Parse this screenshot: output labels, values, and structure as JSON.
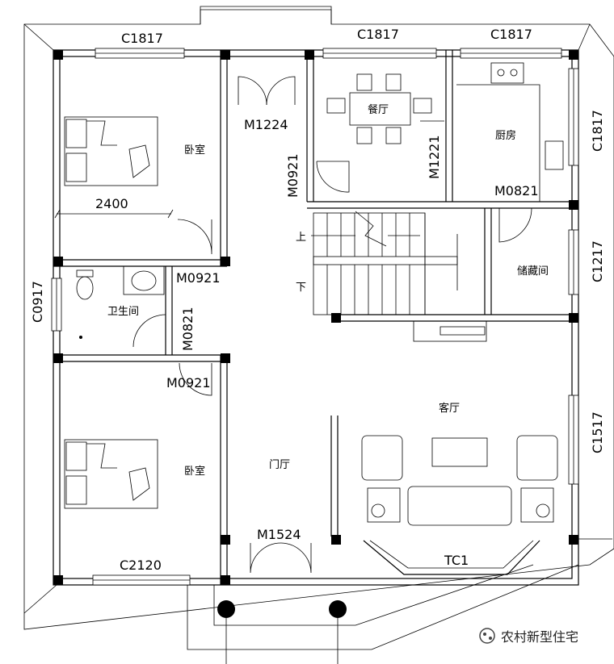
{
  "labels": {
    "window_top_left": "C1817",
    "window_top_mid": "C1817",
    "window_top_right": "C1817",
    "window_right_kitchen": "C1817",
    "window_right_storage": "C1217",
    "window_right_living": "C1517",
    "window_left_bath": "C0917",
    "window_bottom_left": "C2120",
    "window_bay": "TC1",
    "door_hall_top": "M1224",
    "door_dining": "M0921",
    "door_dining_kitchen": "M1221",
    "door_kitchen": "M0821",
    "door_bedroom_top": "M0921",
    "door_bath": "M0821",
    "door_bedroom_bottom": "M0921",
    "door_entrance": "M1524",
    "dim_bedroom": "2400"
  },
  "rooms": {
    "bedroom_top": "卧室",
    "bedroom_bottom": "卧室",
    "dining": "餐厅",
    "kitchen": "厨房",
    "bathroom": "卫生间",
    "storage": "储藏间",
    "living": "客厅",
    "foyer": "门厅"
  },
  "stairs": {
    "up": "上",
    "down": "下"
  },
  "watermark": {
    "text": "农村新型住宅"
  }
}
